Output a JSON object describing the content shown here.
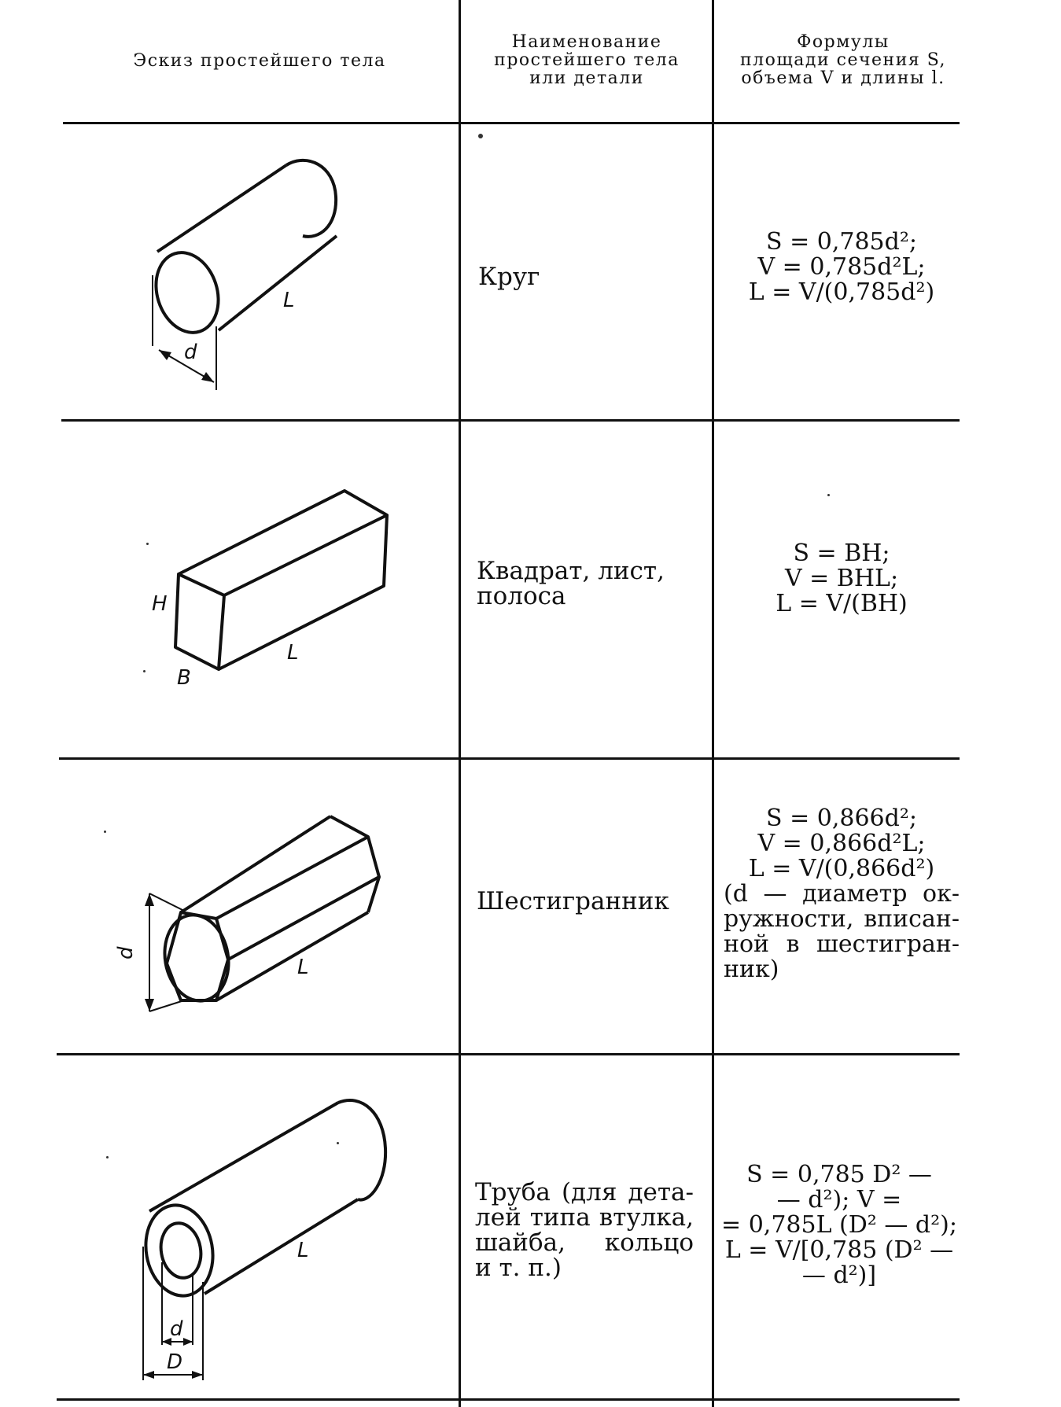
{
  "table": {
    "headers": {
      "sketch": "Эскиз простейшего тела",
      "name": [
        "Наименование",
        "простейшего тела",
        "или детали"
      ],
      "formulas": [
        "Формулы",
        "площади сечения S,",
        "объема V и длины l."
      ]
    },
    "rows": [
      {
        "name": [
          "Круг"
        ],
        "formula_lines": [
          "S = 0,785d²;",
          "V = 0,785d²L;",
          "L = V/(0,785d²)"
        ],
        "sketch_labels": {
          "length": "L",
          "diameter": "d"
        },
        "sketch_icon": "cylinder-icon"
      },
      {
        "name": [
          "Квадрат, лист,",
          "полоса"
        ],
        "formula_lines": [
          "S = BH;",
          "V = BHL;",
          "L = V/(BH)"
        ],
        "sketch_labels": {
          "length": "L",
          "height": "H",
          "width": "B"
        },
        "sketch_icon": "rectangular-prism-icon"
      },
      {
        "name": [
          "Шестигранник"
        ],
        "formula_lines": [
          "S = 0,866d²;",
          "V = 0,866d²L;",
          "L = V/(0,866d²)",
          "(d — диаметр ок-",
          "ружности, вписан-",
          "ной в шестигран-",
          "ник)"
        ],
        "sketch_labels": {
          "length": "L",
          "diameter": "d"
        },
        "sketch_icon": "hexagonal-prism-icon"
      },
      {
        "name": [
          "Труба (для дета-",
          "лей типа втулка,",
          "шайба, кольцо",
          "и т. п.)"
        ],
        "formula_lines": [
          "S = 0,785 D² —",
          "— d²); V =",
          "= 0,785L (D² — d²);",
          "L = V/[0,785 (D² —",
          "— d²)]"
        ],
        "sketch_labels": {
          "length": "L",
          "inner_diameter": "d",
          "outer_diameter": "D"
        },
        "sketch_icon": "tube-icon"
      }
    ]
  }
}
